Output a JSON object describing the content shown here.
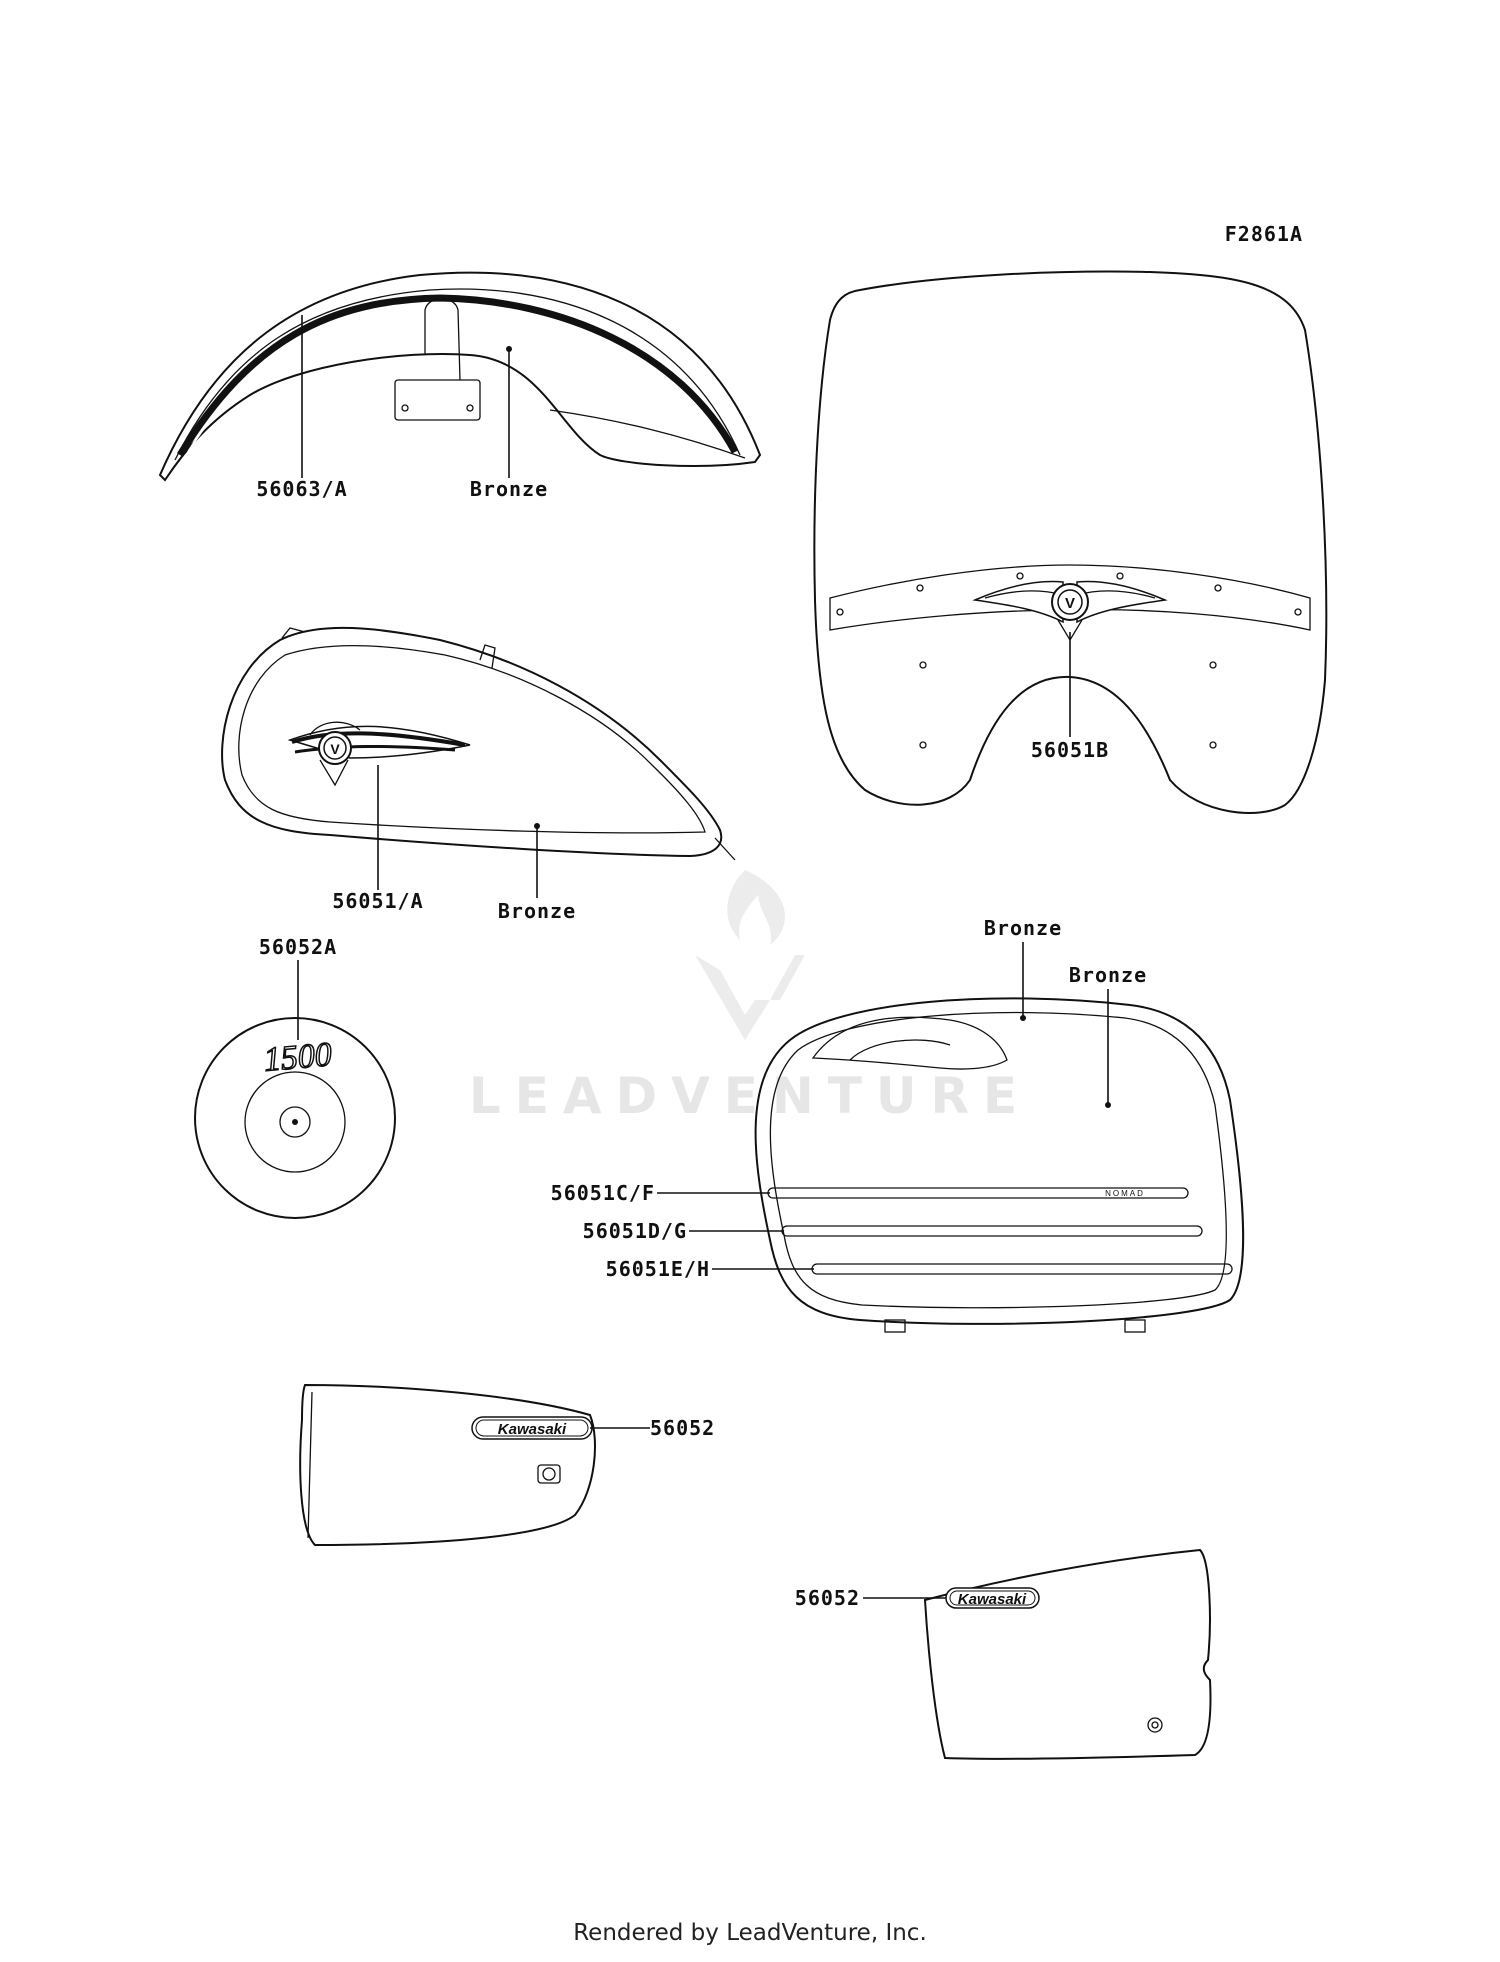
{
  "figure_id": "F2861A",
  "watermark": "LEADVENTURE",
  "footer": "Rendered by LeadVenture, Inc.",
  "labels": {
    "front_fender_stripe": "56063/A",
    "front_fender_color": "Bronze",
    "windshield_emblem": "56051B",
    "tank_emblem": "56051/A",
    "tank_color": "Bronze",
    "cover_emblem": "56052A",
    "saddlebag_color_1": "Bronze",
    "saddlebag_color_2": "Bronze",
    "saddlebag_stripe_1": "56051C/F",
    "saddlebag_stripe_2": "56051D/G",
    "saddlebag_stripe_3": "56051E/H",
    "side_cover_left": "56052",
    "side_cover_right": "56052"
  },
  "decal_text": {
    "cover_number": "1500",
    "brand_left": "Kawasaki",
    "brand_right": "Kawasaki",
    "stripe_text": "NOMAD",
    "emblem_letter": "V"
  }
}
